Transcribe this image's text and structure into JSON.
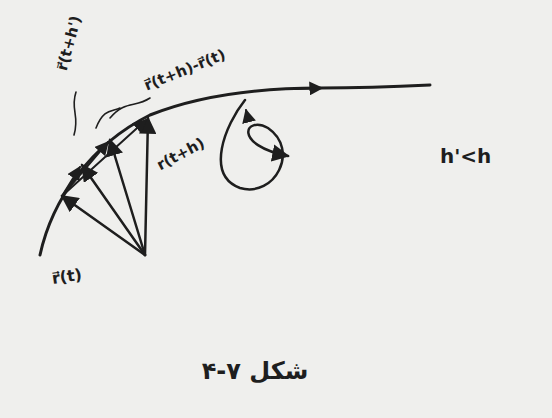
{
  "diagram": {
    "caption": "شکل ۷-۴",
    "labels": [
      "r⃗(t+h')",
      "r⃗(t+h)-r⃗(t)",
      "r(t+h)",
      "r⃗(t)",
      "h'<h"
    ]
  }
}
